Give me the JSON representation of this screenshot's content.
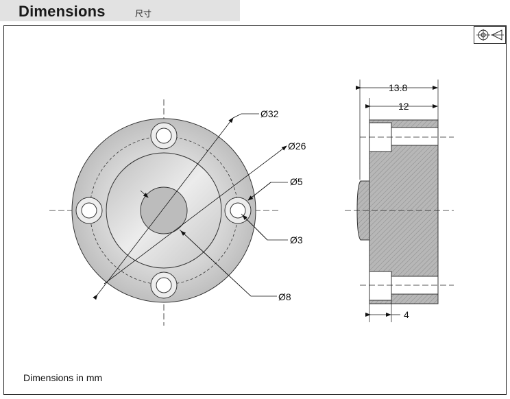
{
  "header": {
    "title": "Dimensions",
    "subtitle": "尺寸"
  },
  "front_view": {
    "outer_diameter": "Ø32",
    "bolt_circle": "Ø26",
    "counterbore": "Ø5",
    "hole": "Ø3",
    "center_bore": "Ø8"
  },
  "side_view": {
    "total_length": "13.8",
    "body_length": "12",
    "counterbore_depth": "4"
  },
  "note": "Dimensions in mm",
  "icons": {
    "projection": "projection-symbol-icon"
  }
}
